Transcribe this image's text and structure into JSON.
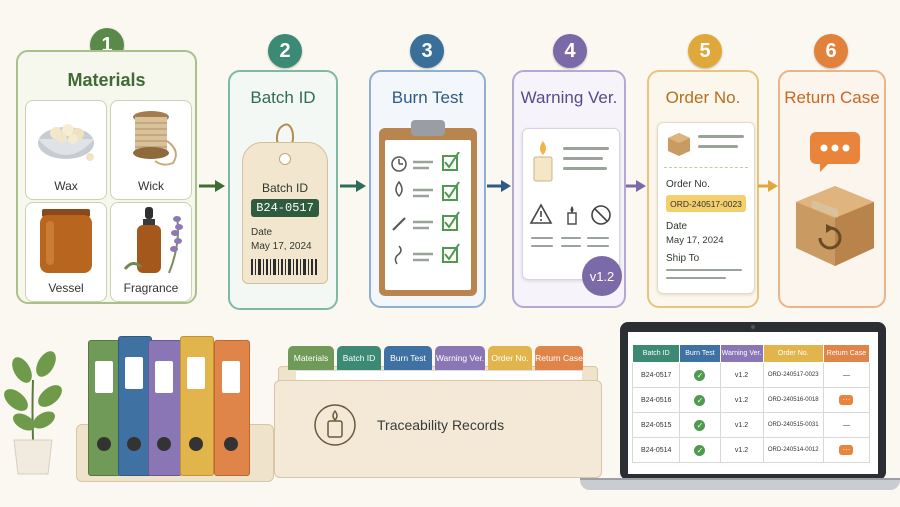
{
  "steps": [
    {
      "num": "1",
      "title": "Materials",
      "color": "#5a8a4a"
    },
    {
      "num": "2",
      "title": "Batch ID",
      "color": "#3c8a73"
    },
    {
      "num": "3",
      "title": "Burn Test",
      "color": "#3a6f9a"
    },
    {
      "num": "4",
      "title": "Warning Ver.",
      "color": "#7b6aa8"
    },
    {
      "num": "5",
      "title": "Order No.",
      "color": "#e0a83a"
    },
    {
      "num": "6",
      "title": "Return Case",
      "color": "#e2813b"
    }
  ],
  "materials": [
    "Wax",
    "Wick",
    "Vessel",
    "Fragrance"
  ],
  "batch_tag": {
    "label": "Batch ID",
    "id": "B24-0517",
    "date_label": "Date",
    "date": "May 17, 2024"
  },
  "warning": {
    "version": "v1.2"
  },
  "order": {
    "label": "Order No.",
    "number": "ORD-240517-0023",
    "date_label": "Date",
    "date": "May 17, 2024",
    "ship": "Ship To"
  },
  "file_box": {
    "tabs": [
      "Materials",
      "Batch ID",
      "Burn Test",
      "Warning Ver.",
      "Order No.",
      "Return Case"
    ],
    "label": "Traceability Records"
  },
  "table": {
    "headers": [
      "Batch ID",
      "Burn Test",
      "Warning Ver.",
      "Order No.",
      "Return Case"
    ],
    "rows": [
      {
        "batch": "B24-0517",
        "ver": "v1.2",
        "order": "ORD-240517-0023",
        "ret": "—"
      },
      {
        "batch": "B24-0516",
        "ver": "v1.2",
        "order": "ORD-240516-0018",
        "ret": "bubble"
      },
      {
        "batch": "B24-0515",
        "ver": "v1.2",
        "order": "ORD-240515-0031",
        "ret": "—"
      },
      {
        "batch": "B24-0514",
        "ver": "v1.2",
        "order": "ORD-240514-0012",
        "ret": "bubble"
      }
    ]
  }
}
